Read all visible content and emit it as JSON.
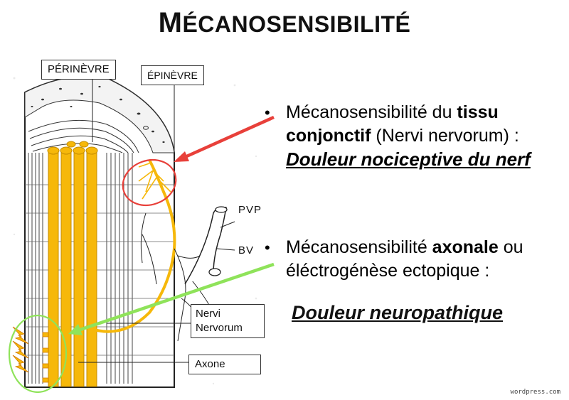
{
  "title": {
    "initial": "M",
    "rest": "ÉCANOSENSIBILITÉ"
  },
  "labels": {
    "perinevre": "PÉRINÈVRE",
    "epinevre": "ÉPINÈVRE",
    "pvp": "PVP",
    "bv": "BV",
    "nervi_line1": "Nervi",
    "nervi_line2": "Nervorum",
    "axone": "Axone"
  },
  "bullets": [
    {
      "intro": "Mécanosensibilité du ",
      "bold1": "tissu conjonctif",
      "rest": " (Nervi nervorum) :",
      "conclusion": "Douleur nociceptive du nerf"
    },
    {
      "intro": "Mécanosensibilité ",
      "bold1": "axonale",
      "rest": " ou éléctrogénèse ectopique :",
      "conclusion": "Douleur neuropathique"
    }
  ],
  "watermark": "wordpress.com",
  "colors": {
    "axon": "#f6b80a",
    "red_arrow": "#e8403a",
    "green_arrow": "#8fe35a",
    "ink": "#222222"
  }
}
